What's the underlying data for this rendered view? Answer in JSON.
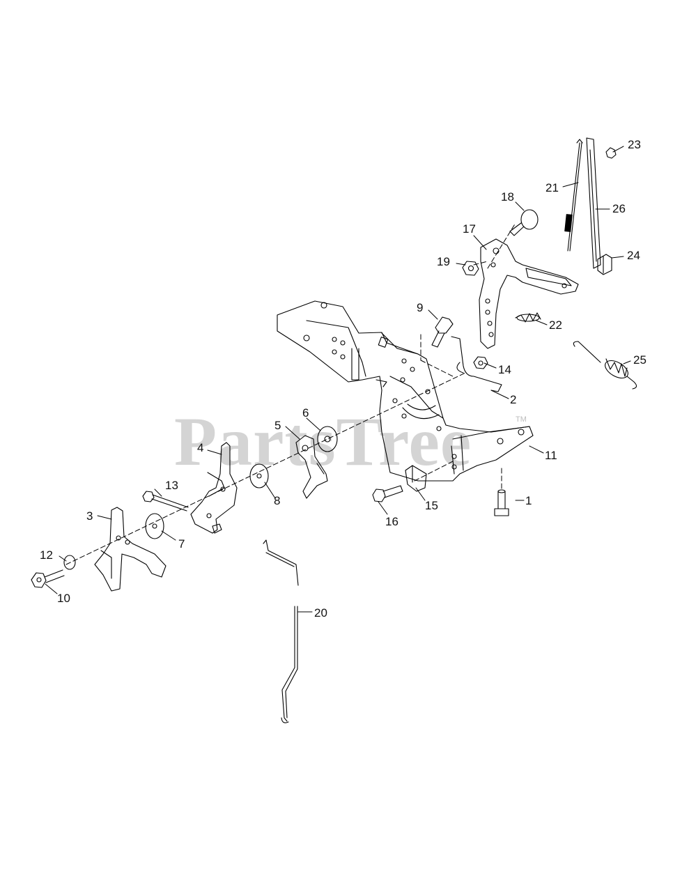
{
  "watermark": {
    "text": "PartsTree",
    "trademark": "TM"
  },
  "callouts": {
    "c1": "1",
    "c2": "2",
    "c3": "3",
    "c4": "4",
    "c5": "5",
    "c6": "6",
    "c7": "7",
    "c8": "8",
    "c9": "9",
    "c10": "10",
    "c11": "11",
    "c12": "12",
    "c13": "13",
    "c14": "14",
    "c15": "15",
    "c16": "16",
    "c17": "17",
    "c18": "18",
    "c19": "19",
    "c20": "20",
    "c21": "21",
    "c22": "22",
    "c23": "23",
    "c24": "24",
    "c25": "25",
    "c26": "26"
  },
  "colors": {
    "line": "#000000",
    "watermark": "#d4d4d4",
    "background": "#ffffff"
  }
}
